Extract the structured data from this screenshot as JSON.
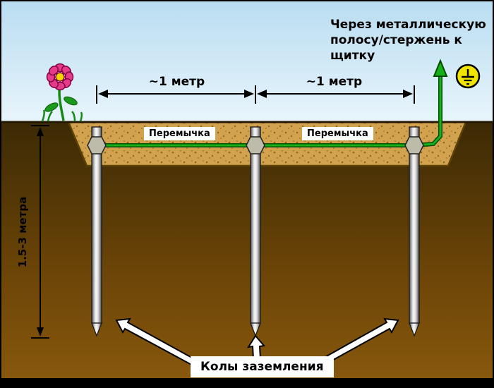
{
  "diagram": {
    "note_top_right": "Через металлическую полосу/стержень к щитку",
    "distance_left": "~1 метр",
    "distance_right": "~1 метр",
    "jumper_left": "Перемычка",
    "jumper_right": "Перемычка",
    "depth": "1.5-3 метра",
    "stakes_label": "Колы заземления"
  },
  "icons": {
    "flower": "flower-icon",
    "earth_symbol": "earth-ground-symbol-icon",
    "up_arrow": "green-up-arrow-icon"
  },
  "colors": {
    "sky": "#b9ddf1",
    "ground_dark": "#3c2a05",
    "ground_light": "#8a5a0e",
    "trench_sand": "#d2a24f",
    "wire_green": "#00a000",
    "stake_gray": "#c8c8c8",
    "symbol_yellow": "#f0e400",
    "text": "#000000",
    "label_bg": "#ffffff"
  }
}
